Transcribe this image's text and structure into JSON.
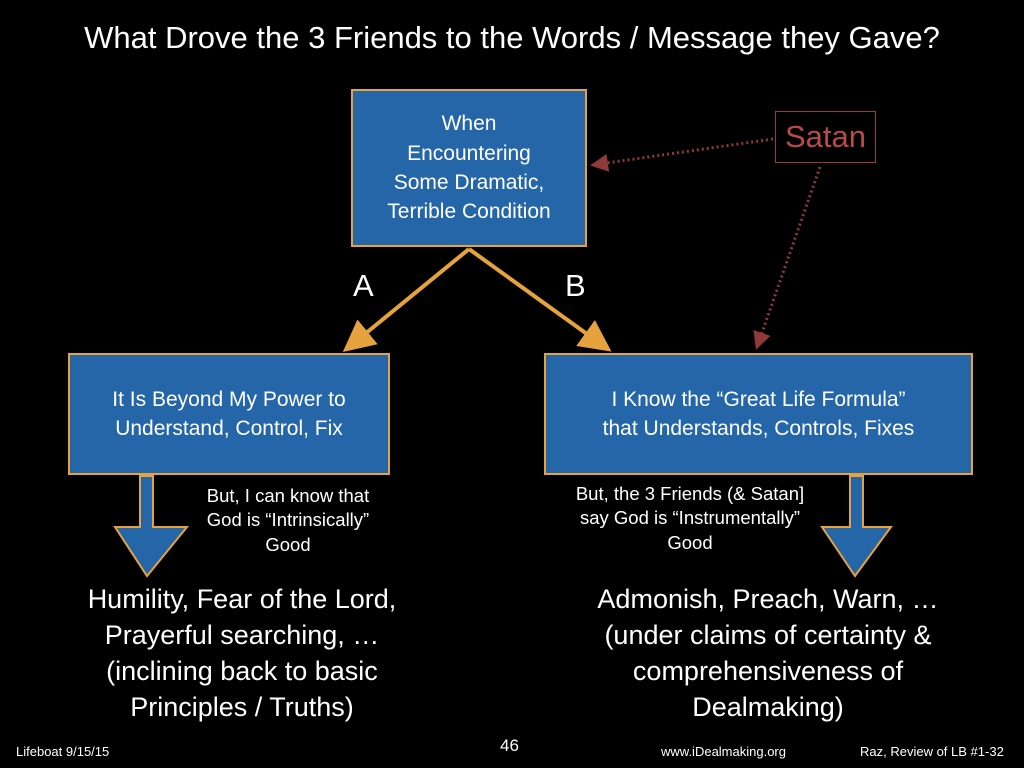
{
  "title": "What Drove the 3 Friends to the Words / Message they Gave?",
  "top_box": {
    "lines": [
      "When",
      "Encountering",
      "Some Dramatic,",
      "Terrible Condition"
    ]
  },
  "satan_label": "Satan",
  "branch_a": "A",
  "branch_b": "B",
  "left_box": {
    "lines": [
      "It Is Beyond My Power to",
      "Understand, Control, Fix"
    ]
  },
  "right_box": {
    "lines": [
      "I Know the “Great Life Formula”",
      "that Understands, Controls, Fixes"
    ]
  },
  "left_note": {
    "lines": [
      "But, I can know that",
      "God is “Intrinsically”",
      "Good"
    ]
  },
  "right_note": {
    "lines": [
      "But, the 3 Friends (& Satan]",
      "say God is “Instrumentally”",
      "Good"
    ]
  },
  "left_result": {
    "lines": [
      "Humility, Fear of the Lord,",
      "Prayerful searching, …",
      "(inclining back to basic",
      "Principles / Truths)"
    ]
  },
  "right_result": {
    "lines": [
      "Admonish, Preach, Warn, …",
      "(under claims of certainty &",
      "comprehensiveness of",
      "Dealmaking)"
    ]
  },
  "footer": {
    "left": "Lifeboat 9/15/15",
    "page_number": "46",
    "site": "www.iDealmaking.org",
    "right": "Raz, Review of LB #1-32"
  },
  "colors": {
    "background": "#000000",
    "box_fill": "#2566a8",
    "box_border": "#e6a23c",
    "orange_arrow": "#e6a23c",
    "satan_red": "#b84a4a",
    "dotted_arrow": "#8f3a3a"
  }
}
